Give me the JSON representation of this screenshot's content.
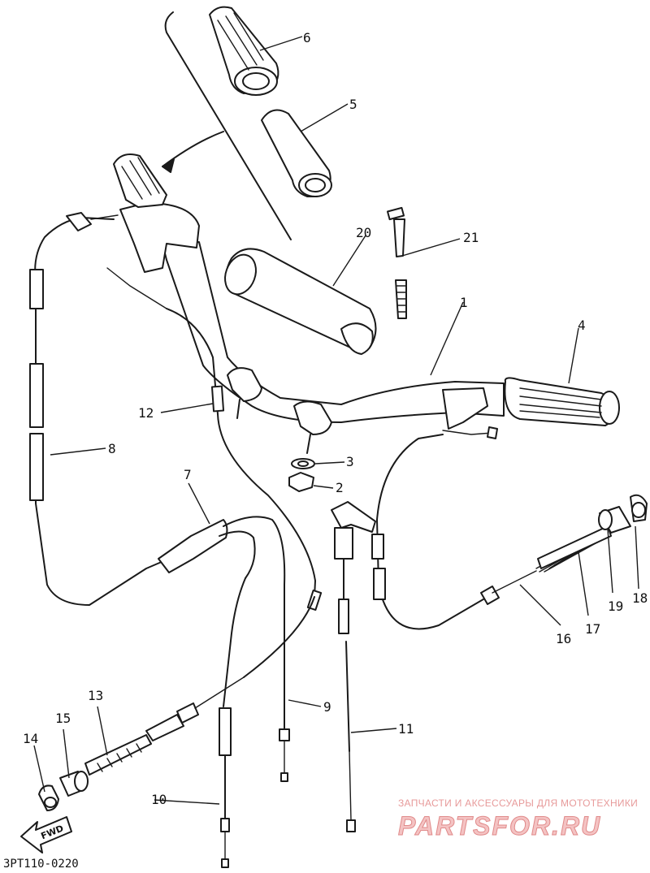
{
  "diagram": {
    "type": "exploded-parts-diagram",
    "drawing_code": "3PT110-0220",
    "direction_marker": "FWD",
    "callouts": [
      "1",
      "2",
      "3",
      "4",
      "5",
      "6",
      "7",
      "8",
      "9",
      "10",
      "11",
      "12",
      "13",
      "14",
      "15",
      "16",
      "17",
      "18",
      "19",
      "20",
      "21"
    ]
  },
  "watermark": {
    "line1": "ЗАПЧАСТИ И АКСЕССУАРЫ ДЛЯ МОТОТЕХНИКИ",
    "line2": "PARTSFOR.RU"
  }
}
